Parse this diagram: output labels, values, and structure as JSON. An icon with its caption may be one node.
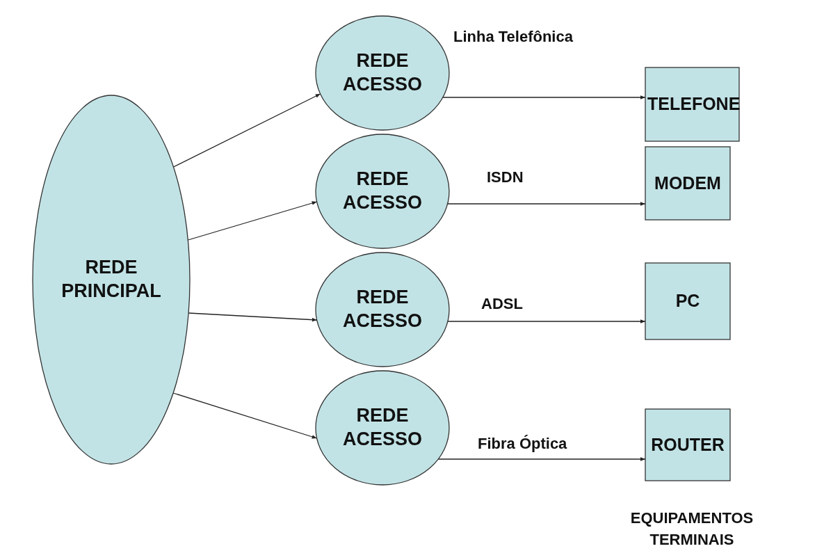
{
  "diagram": {
    "nodes": [
      {
        "text": [
          "REDE PRINCIPAL"
        ]
      },
      {
        "text": [
          "REDE ACESSO"
        ]
      },
      {
        "text": [
          "REDE ACESSO"
        ]
      },
      {
        "text": [
          "REDE ACESSO"
        ]
      },
      {
        "text": [
          "REDE ACESSO"
        ]
      },
      {
        "text": [
          "TELEFONE"
        ]
      },
      {
        "text": [
          "MODEM"
        ]
      },
      {
        "text": [
          "PC"
        ]
      },
      {
        "text": [
          "ROUTER"
        ]
      }
    ],
    "edges": [
      {
        "from": 0,
        "to": 1,
        "arrow": "to"
      },
      {
        "from": 0,
        "to": 2,
        "arrow": "to"
      },
      {
        "from": 0,
        "to": 3,
        "arrow": "to"
      },
      {
        "from": 0,
        "to": 4,
        "arrow": "to"
      },
      {
        "from": 1,
        "to": 5,
        "arrow": "to",
        "label": "Linha Telefônica"
      },
      {
        "from": 2,
        "to": 6,
        "arrow": "to",
        "label": "ISDN"
      },
      {
        "from": 3,
        "to": 7,
        "arrow": "to",
        "label": "ADSL"
      },
      {
        "from": 4,
        "to": 8,
        "arrow": "to",
        "label": "Fibra Óptica"
      }
    ],
    "labels": [
      "EQUIPAMENTOS TERMINAIS"
    ]
  }
}
